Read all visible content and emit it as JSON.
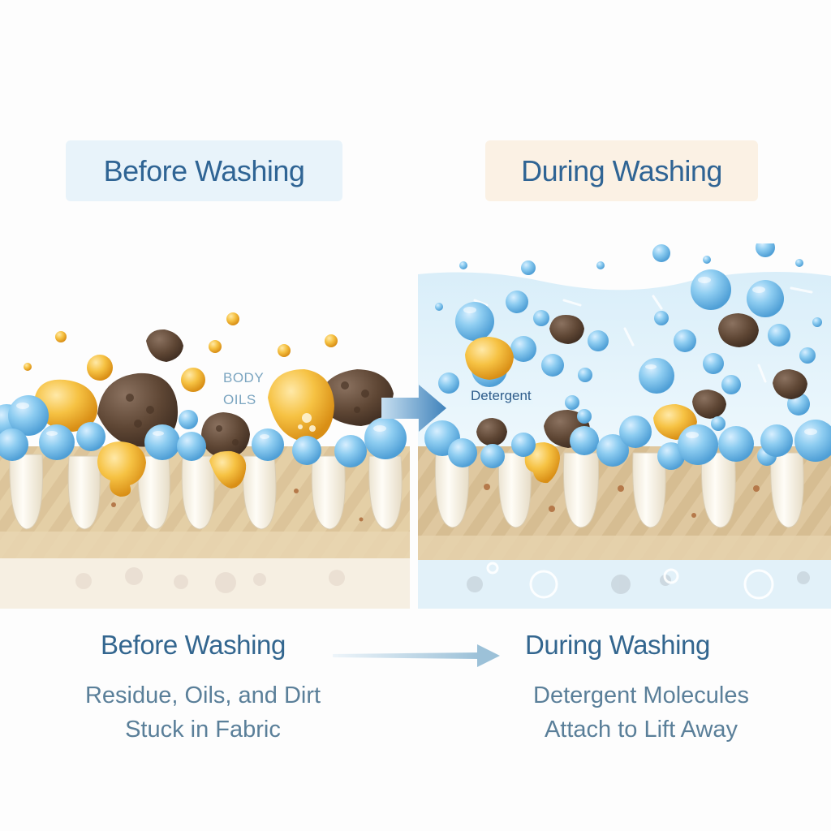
{
  "header": {
    "before_label": "Before Washing",
    "during_label": "During Washing"
  },
  "panels": {
    "before": {
      "annotation": [
        "BODY",
        "OILS"
      ],
      "elements": [
        "fabric-fibers",
        "oil-droplets",
        "dirt-particles",
        "water-bubbles"
      ]
    },
    "during": {
      "annotation": "Detergent",
      "elements": [
        "water",
        "detergent-bubbles",
        "lifted-dirt",
        "lifted-oil",
        "fabric-fibers"
      ]
    }
  },
  "captions": {
    "before": {
      "title": "Before Washing",
      "line1": "Residue, Oils, and Dirt",
      "line2": "Stuck in Fabric"
    },
    "during": {
      "title": "During Washing",
      "line1": "Detergent Molecules",
      "line2": "Attach to Lift Away"
    }
  },
  "icons": {
    "panel_arrow": "arrow-right-icon",
    "caption_arrow": "arrow-right-icon"
  },
  "colors": {
    "title_text": "#2f6494",
    "before_pill": "#e8f3fa",
    "during_pill": "#fbf1e4",
    "bubble_blue": "#7cc1ea",
    "oil_yellow": "#f3b93a",
    "dirt_brown": "#5e4634",
    "fabric_tan": "#e3cfa8",
    "fiber_white": "#f8f4ea",
    "water_blue": "#dff0f9"
  }
}
